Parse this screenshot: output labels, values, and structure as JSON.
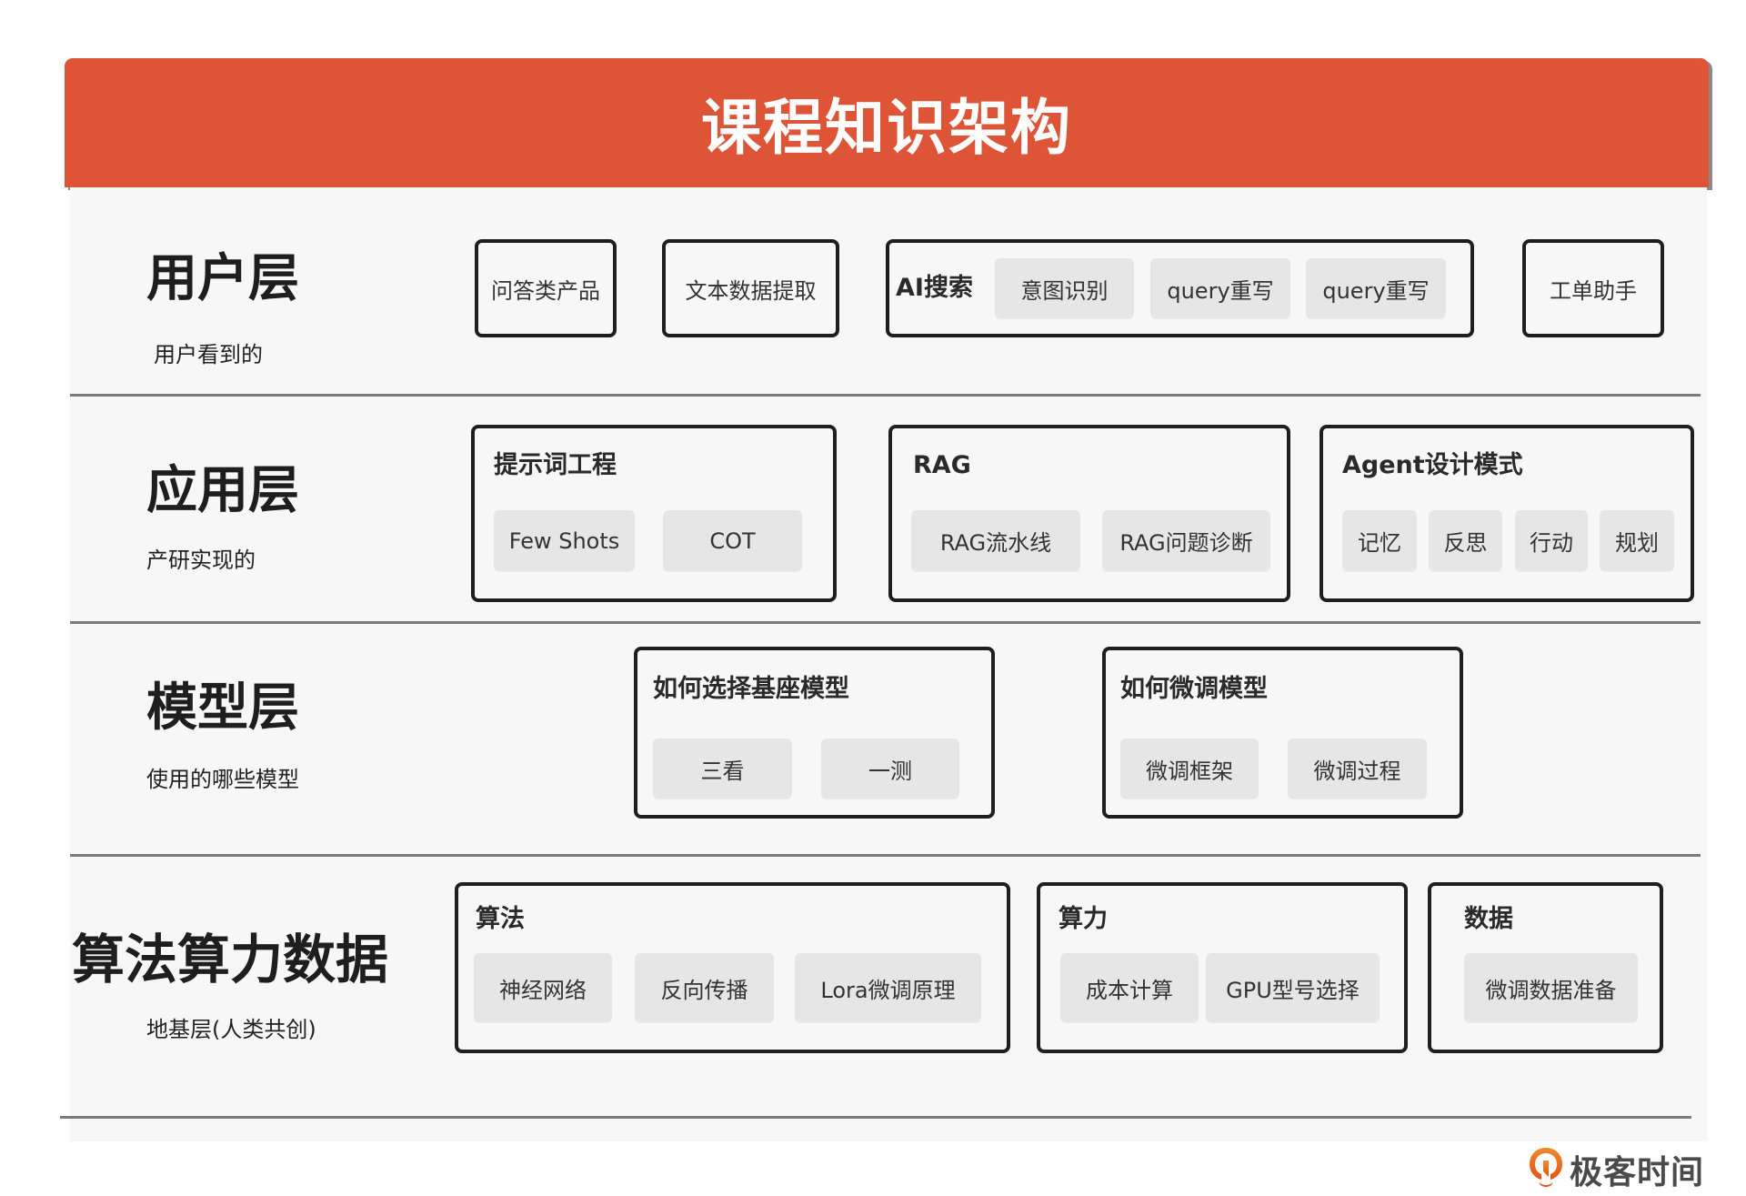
{
  "title": "课程知识架构",
  "colors": {
    "header_bg": "#dd5536",
    "panel_bg": "#f7f7f7",
    "chip_bg": "#e6e6e6",
    "border": "#1e1e1e",
    "logo_orange": "#ec6a1f"
  },
  "layers": [
    {
      "title": "用户层",
      "subtitle": "用户看到的",
      "items": [
        {
          "label": "问答类产品"
        },
        {
          "label": "文本数据提取"
        },
        {
          "label": "AI搜索",
          "chips": [
            "意图识别",
            "query重写",
            "query重写"
          ]
        },
        {
          "label": "工单助手"
        }
      ]
    },
    {
      "title": "应用层",
      "subtitle": "产研实现的",
      "groups": [
        {
          "title": "提示词工程",
          "chips": [
            "Few Shots",
            "COT"
          ]
        },
        {
          "title": "RAG",
          "chips": [
            "RAG流水线",
            "RAG问题诊断"
          ]
        },
        {
          "title": "Agent设计模式",
          "chips": [
            "记忆",
            "反思",
            "行动",
            "规划"
          ]
        }
      ]
    },
    {
      "title": "模型层",
      "subtitle": "使用的哪些模型",
      "groups": [
        {
          "title": "如何选择基座模型",
          "chips": [
            "三看",
            "一测"
          ]
        },
        {
          "title": "如何微调模型",
          "chips": [
            "微调框架",
            "微调过程"
          ]
        }
      ]
    },
    {
      "title": "算法算力数据",
      "subtitle": "地基层(人类共创)",
      "groups": [
        {
          "title": "算法",
          "chips": [
            "神经网络",
            "反向传播",
            "Lora微调原理"
          ]
        },
        {
          "title": "算力",
          "chips": [
            "成本计算",
            "GPU型号选择"
          ]
        },
        {
          "title": "数据",
          "chips": [
            "微调数据准备"
          ]
        }
      ]
    }
  ],
  "logo": {
    "icon": "geektime-logo-icon",
    "text": "极客时间"
  }
}
